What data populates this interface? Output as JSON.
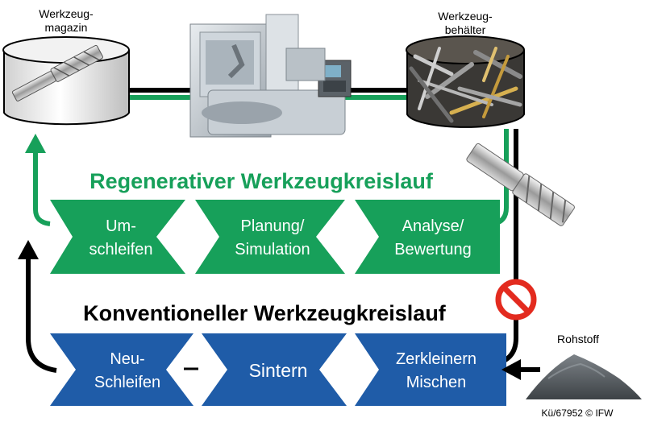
{
  "labels": {
    "magazine_line1": "Werkzeug-",
    "magazine_line2": "magazin",
    "container_line1": "Werkzeug-",
    "container_line2": "behälter",
    "regen_title": "Regenerativer Werkzeugkreislauf",
    "conv_title": "Konventioneller Werkzeugkreislauf",
    "raw_material": "Rohstoff",
    "credit": "Kü/67952 © IFW"
  },
  "regen_steps": [
    {
      "line1": "Um-",
      "line2": "schleifen"
    },
    {
      "line1": "Planung/",
      "line2": "Simulation"
    },
    {
      "line1": "Analyse/",
      "line2": "Bewertung"
    }
  ],
  "conv_steps": [
    {
      "line1": "Neu-",
      "line2": "Schleifen"
    },
    {
      "line1": "Sintern",
      "line2": ""
    },
    {
      "line1": "Zerkleinern",
      "line2": "Mischen"
    }
  ],
  "colors": {
    "green": "#17a05a",
    "blue": "#1f5ca8",
    "black": "#000000",
    "prohibit_red": "#e32b1f"
  },
  "icons": {
    "magazine": "tool-magazine-icon",
    "machine": "cnc-machine-icon",
    "container": "tool-container-icon",
    "endmill": "end-mill-icon",
    "prohibit": "prohibited-icon",
    "raw": "powder-pile-icon"
  }
}
